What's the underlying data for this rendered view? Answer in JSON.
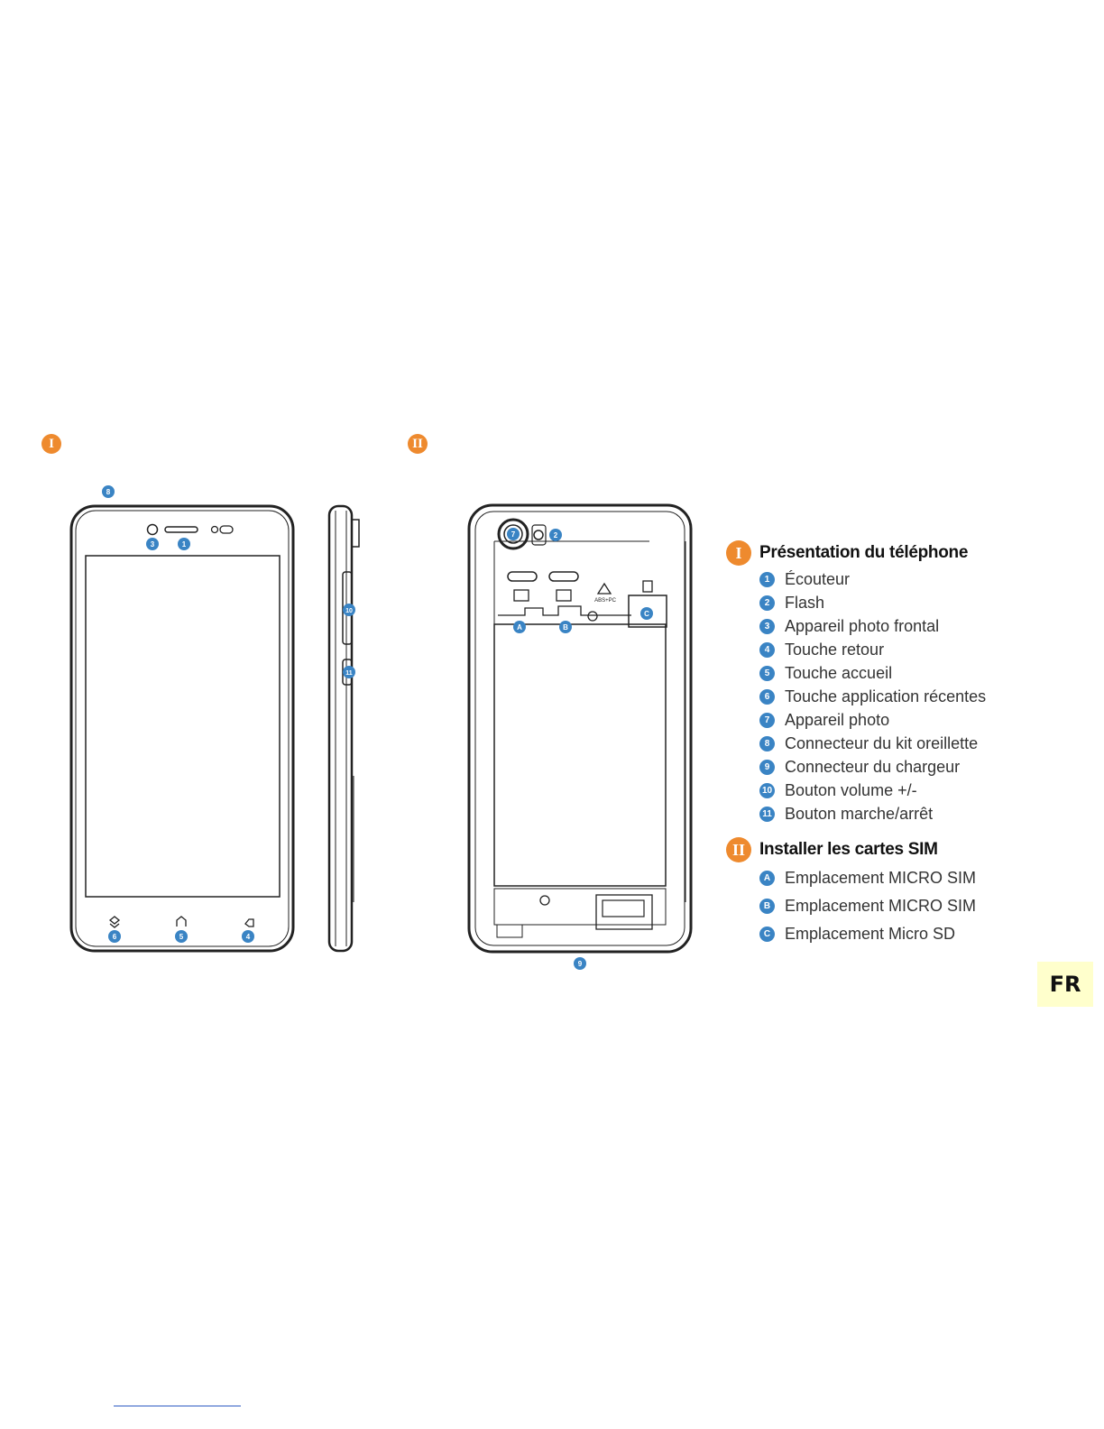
{
  "sections": {
    "one": {
      "badge": "I"
    },
    "two": {
      "badge": "II"
    }
  },
  "callouts": {
    "front": [
      "8",
      "3",
      "1",
      "6",
      "5",
      "4"
    ],
    "side": [
      "10",
      "11"
    ],
    "back": [
      "7",
      "2",
      "A",
      "B",
      "C",
      "9"
    ]
  },
  "back_marks": {
    "logo": "ABS+PC"
  },
  "legend": {
    "presentation": {
      "badge": "I",
      "title": "Présentation du téléphone",
      "items": [
        {
          "num": "1",
          "label": "Écouteur"
        },
        {
          "num": "2",
          "label": "Flash"
        },
        {
          "num": "3",
          "label": "Appareil photo frontal"
        },
        {
          "num": "4",
          "label": "Touche retour"
        },
        {
          "num": "5",
          "label": "Touche accueil"
        },
        {
          "num": "6",
          "label": "Touche application récentes"
        },
        {
          "num": "7",
          "label": "Appareil photo"
        },
        {
          "num": "8",
          "label": "Connecteur du kit oreillette"
        },
        {
          "num": "9",
          "label": "Connecteur du chargeur"
        },
        {
          "num": "10",
          "label": "Bouton volume +/-"
        },
        {
          "num": "11",
          "label": "Bouton marche/arrêt"
        }
      ]
    },
    "sim": {
      "badge": "II",
      "title": "Installer les cartes SIM",
      "items": [
        {
          "num": "A",
          "label": "Emplacement MICRO SIM"
        },
        {
          "num": "B",
          "label": "Emplacement MICRO SIM"
        },
        {
          "num": "C",
          "label": "Emplacement Micro SD"
        }
      ]
    }
  },
  "language_tab": "FR",
  "colors": {
    "accent_orange": "#ee8a2e",
    "callout_blue": "#3a84c4",
    "tab_yellow": "#ffffcc"
  }
}
